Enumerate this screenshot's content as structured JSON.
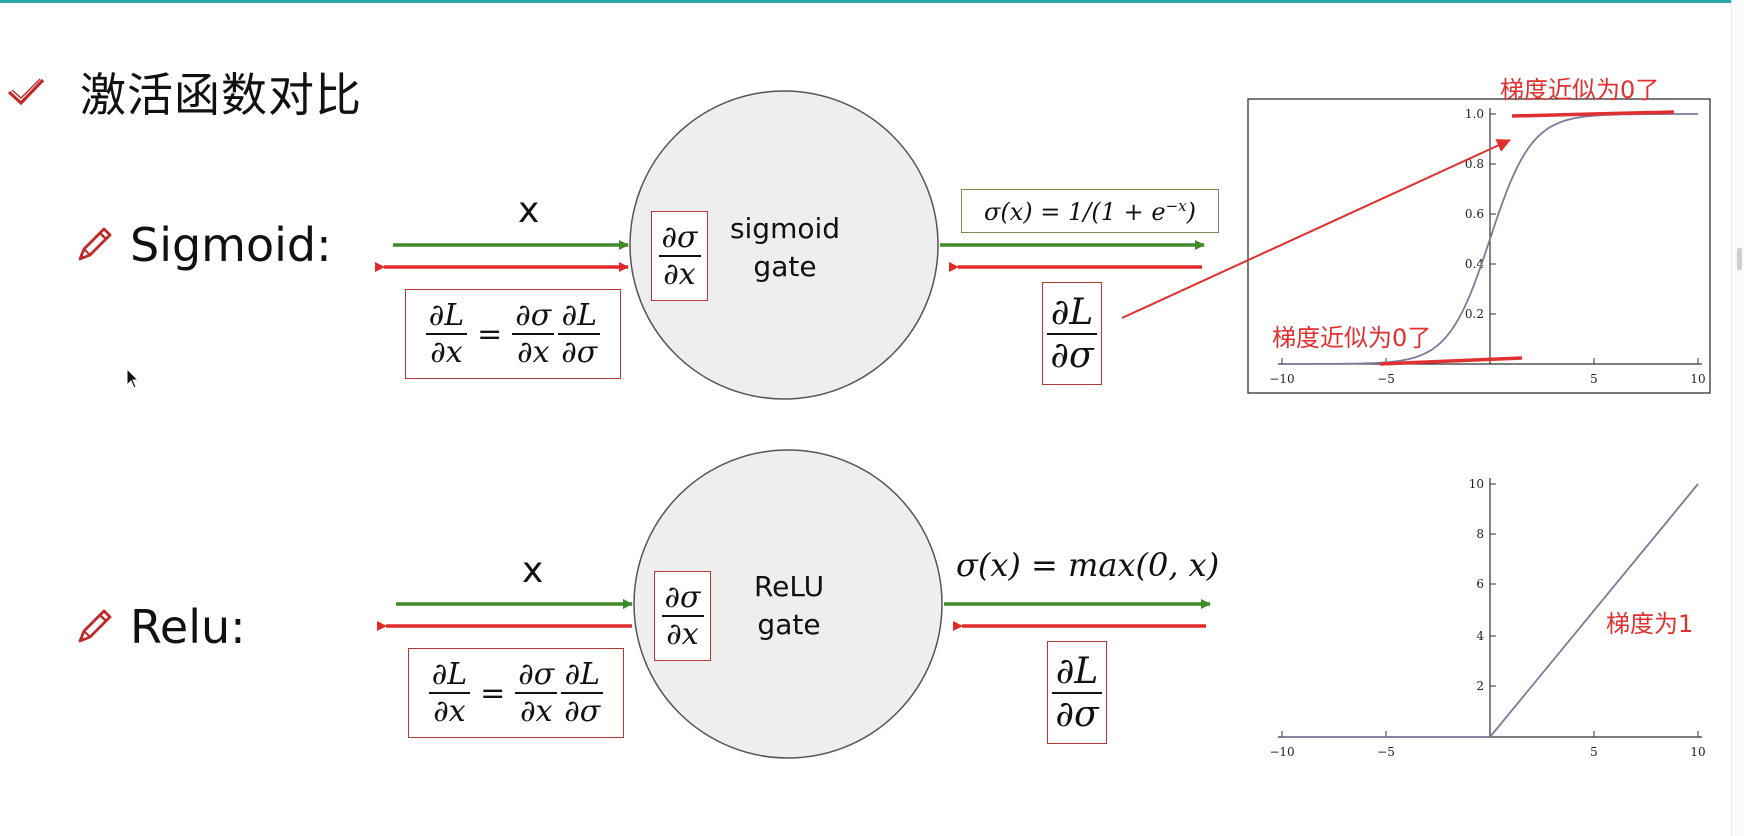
{
  "slide": {
    "title": "激活函数对比"
  },
  "sigmoid": {
    "label": "Sigmoid:",
    "input_label": "x",
    "gate_line1": "sigmoid",
    "gate_line2": "gate",
    "formula": "σ(x) = 1/(1 + e",
    "formula_exp": "−x",
    "formula_close": ")",
    "grad_local_num": "∂σ",
    "grad_local_den": "∂x",
    "grad_up_num": "∂L",
    "grad_up_den": "∂σ",
    "chain_lhs_num": "∂L",
    "chain_lhs_den": "∂x",
    "chain_eq": "=",
    "chain_r1_num": "∂σ",
    "chain_r1_den": "∂x",
    "chain_r2_num": "∂L",
    "chain_r2_den": "∂σ",
    "annotation_top": "梯度近似为0了",
    "annotation_bottom": "梯度近似为0了",
    "plot": {
      "x_ticks": [
        "−10",
        "−5",
        "5",
        "10"
      ],
      "y_ticks": [
        "1.0",
        "0.8",
        "0.6",
        "0.4",
        "0.2"
      ]
    }
  },
  "relu": {
    "label": "Relu:",
    "input_label": "x",
    "gate_line1": "ReLU",
    "gate_line2": "gate",
    "formula": "σ(x) = max(0, x)",
    "grad_local_num": "∂σ",
    "grad_local_den": "∂x",
    "grad_up_num": "∂L",
    "grad_up_den": "∂σ",
    "chain_lhs_num": "∂L",
    "chain_lhs_den": "∂x",
    "chain_eq": "=",
    "chain_r1_num": "∂σ",
    "chain_r1_den": "∂x",
    "chain_r2_num": "∂L",
    "chain_r2_den": "∂σ",
    "annotation": "梯度为1",
    "plot": {
      "x_ticks": [
        "−10",
        "−5",
        "5",
        "10"
      ],
      "y_ticks": [
        "10",
        "8",
        "6",
        "4",
        "2"
      ]
    }
  },
  "colors": {
    "forward_arrow": "#3f8a2a",
    "backward_arrow": "#e02a2a",
    "box_border": "#b03a3a",
    "annotation": "#e03030",
    "gate_fill": "#eeeeee",
    "curve": "#7a7a9a",
    "accent_bar": "#29a7a3"
  },
  "icons": {
    "title_icon": "check-icon",
    "row_icon": "pencil-icon"
  }
}
